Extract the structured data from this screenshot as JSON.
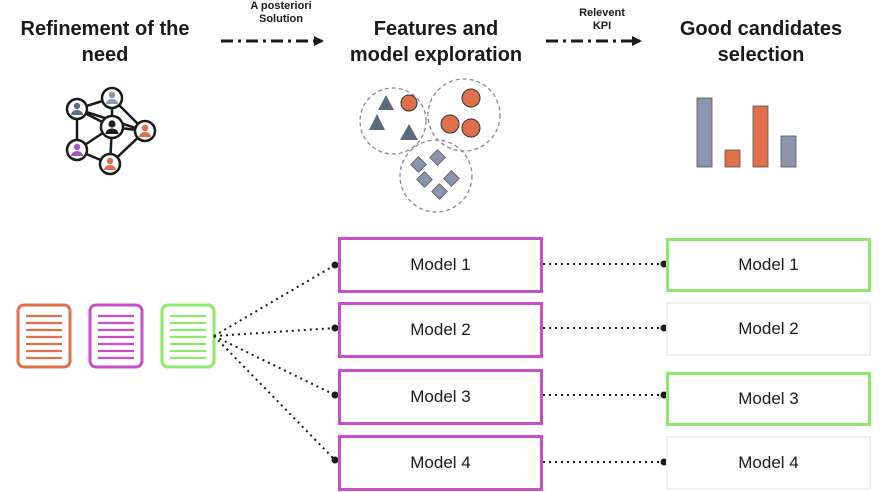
{
  "stages": [
    {
      "title_line1": "Refinement of the",
      "title_line2": "need"
    },
    {
      "title_line1": "Features and",
      "title_line2": "model exploration"
    },
    {
      "title_line1": "Good candidates",
      "title_line2": "selection"
    }
  ],
  "connectors": [
    {
      "line1": "A posteriori",
      "line2": "Solution"
    },
    {
      "line1": "Relevent",
      "line2": "KPI"
    }
  ],
  "models": [
    "Model 1",
    "Model 2",
    "Model 3",
    "Model 4"
  ],
  "candidates": [
    {
      "label": "Model 1",
      "status": "selected"
    },
    {
      "label": "Model 2",
      "status": "rejected"
    },
    {
      "label": "Model 3",
      "status": "selected"
    },
    {
      "label": "Model 4",
      "status": "rejected"
    }
  ],
  "documents": [
    {
      "name": "orange-document",
      "color": "#e0704a"
    },
    {
      "name": "purple-document",
      "color": "#c94ec9"
    },
    {
      "name": "green-document",
      "color": "#8ee86b"
    }
  ],
  "colors": {
    "orange": "#e0704a",
    "magenta": "#c94ec9",
    "green": "#8ee86b",
    "slate": "#8a96b0",
    "dark": "#1a1a1a"
  },
  "icons": [
    "network-people-icon",
    "clusters-icon",
    "bar-chart-icon"
  ]
}
